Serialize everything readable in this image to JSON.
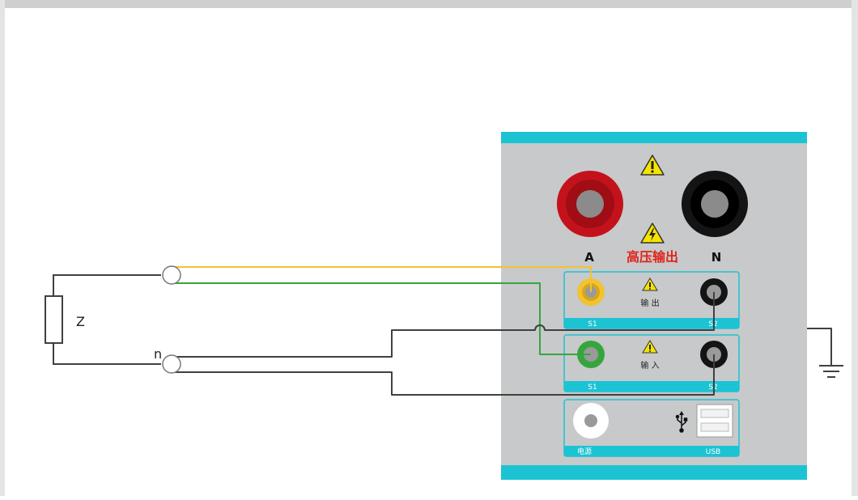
{
  "load": {
    "label": "Z",
    "neutral_label": "n"
  },
  "panel": {
    "terminals": {
      "a_label": "A",
      "n_label": "N"
    },
    "hv_label": "高压输出",
    "output_row": {
      "label": "输 出",
      "left_port": "S1",
      "right_port": "S2"
    },
    "input_row": {
      "label": "输 入",
      "left_port": "S1",
      "right_port": "S2"
    },
    "power_row": {
      "power_label": "电源",
      "usb_label": "USB"
    }
  },
  "colors": {
    "panel_gray": "#c7c9ca",
    "accent_cyan": "#1cc3d3",
    "terminal_red": "#c4121c",
    "terminal_black": "#141414",
    "wire_yellow": "#f2c231",
    "wire_green": "#35a63e",
    "wire_dark": "#404040",
    "hv_text_red": "#e1231b"
  },
  "icons": [
    "warning-icon",
    "high-voltage-icon",
    "usb-icon",
    "ground-icon"
  ]
}
